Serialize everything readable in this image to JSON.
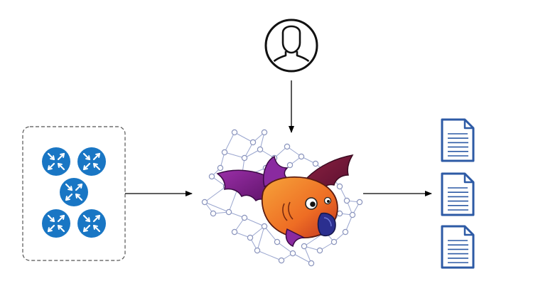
{
  "diagram": {
    "nodes": [
      {
        "id": "user",
        "kind": "user-icon"
      },
      {
        "id": "routers",
        "kind": "router-icon-group",
        "count": 5
      },
      {
        "id": "center",
        "kind": "bat-winged-fish-mascot-on-network-graph"
      },
      {
        "id": "documents",
        "kind": "document-icon",
        "count": 3
      }
    ],
    "edges": [
      {
        "from": "user",
        "to": "center"
      },
      {
        "from": "routers",
        "to": "center"
      },
      {
        "from": "center",
        "to": "documents"
      }
    ]
  },
  "colors": {
    "router_fill": "#1976c4",
    "document_blue": "#2d5aa5",
    "wing_purple": "#7a1a8a",
    "fish_orange": "#f08a2b",
    "network_line": "#9aa6cf"
  }
}
